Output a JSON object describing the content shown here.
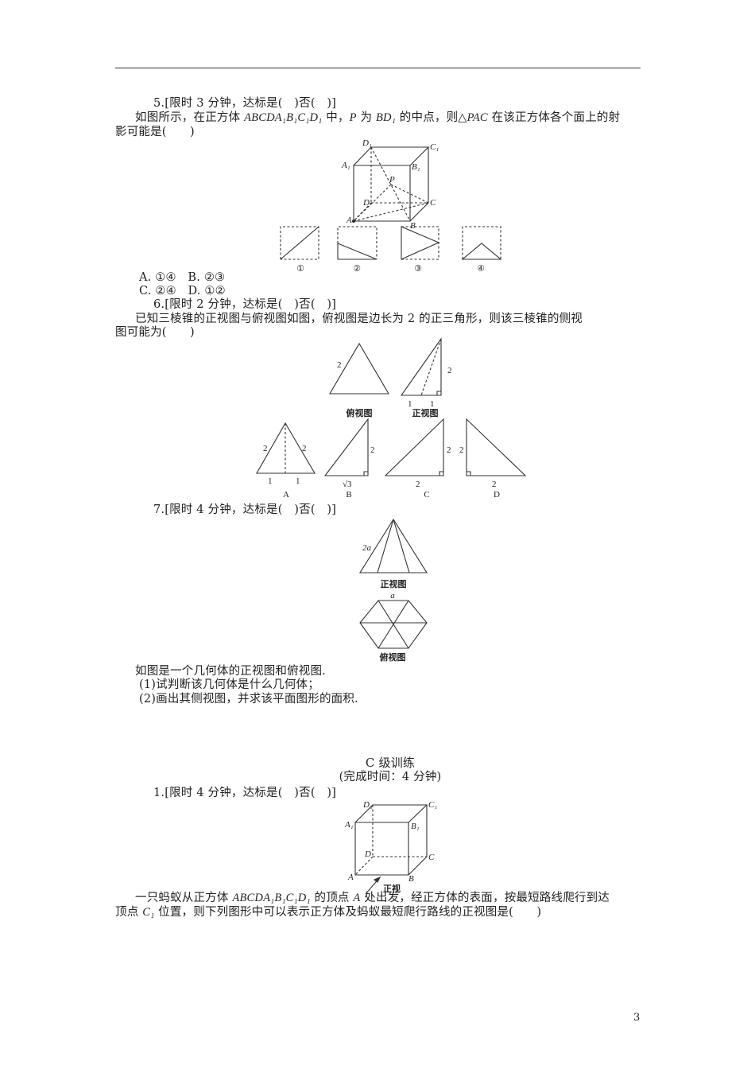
{
  "q5": {
    "header": "5.[限时 3 分钟，达标是(　)否(　)]",
    "line1_a": "如图所示，在正方体 ",
    "line1_b": "ABCDA₁B₁C₁D₁",
    "line1_c": " 中，",
    "line1_d": "P",
    "line1_e": " 为 ",
    "line1_f": "BD₁",
    "line1_g": " 的中点，则△",
    "line1_h": "PAC",
    "line1_i": " 在该正方体各个面上的射",
    "line2": "影可能是(　　)",
    "cube_labels": {
      "D1": "D₁",
      "C1": "C₁",
      "A1": "A₁",
      "B1": "B₁",
      "P": "P",
      "D": "D",
      "C": "C",
      "A": "A",
      "B": "B"
    },
    "projection_labels": [
      "①",
      "②",
      "③",
      "④"
    ],
    "options_line1": "A. ①④　B. ②③",
    "options_line2": "C. ②④　D. ①②"
  },
  "q6": {
    "header": "6.[限时 2 分钟，达标是(　)否(　)]",
    "line1": "已知三棱锥的正视图与俯视图如图，俯视图是边长为 2 的正三角形，则该三棱锥的侧视",
    "line2": "图可能为(　　)",
    "top_view": {
      "side": "2",
      "caption": "俯视图"
    },
    "front_view": {
      "height": "2",
      "base_left": "1",
      "base_right": "1",
      "caption": "正视图"
    },
    "options": [
      {
        "label": "A",
        "left": "2",
        "right": "2",
        "base_left": "1",
        "base_right": "1"
      },
      {
        "label": "B",
        "height": "2",
        "base": "√3"
      },
      {
        "label": "C",
        "height": "2",
        "base": "2"
      },
      {
        "label": "D",
        "height": "2",
        "base": "2"
      }
    ]
  },
  "q7": {
    "header": "7.[限时 4 分钟，达标是(　)否(　)]",
    "front_view": {
      "edge": "2a",
      "caption": "正视图"
    },
    "top_view": {
      "edge": "a",
      "caption": "俯视图"
    },
    "line1": "如图是一个几何体的正视图和俯视图.",
    "item1": "(1)试判断该几何体是什么几何体；",
    "item2": "(2)画出其侧视图，并求该平面图形的面积."
  },
  "sectionC": {
    "title": "C 级训练",
    "subtitle": "(完成时间：4 分钟)"
  },
  "c1": {
    "header": "1.[限时 4 分钟，达标是(　)否(　)]",
    "cube_labels": {
      "D1": "D₁",
      "C1": "C₁",
      "A1": "A₁",
      "B1": "B₁",
      "D": "D",
      "C": "C",
      "A": "A",
      "B": "B"
    },
    "view_label": "正视",
    "line1_a": "一只蚂蚁从正方体 ",
    "line1_b": "ABCDA₁B₁C₁D₁",
    "line1_c": " 的顶点 ",
    "line1_d": "A",
    "line1_e": " 处出发，经正方体的表面，按最短路线爬行到达",
    "line2_a": "顶点 ",
    "line2_b": "C₁",
    "line2_c": " 位置，则下列图形中可以表示正方体及蚂蚁最短爬行路线的正视图是(　　)"
  },
  "page_number": "3"
}
